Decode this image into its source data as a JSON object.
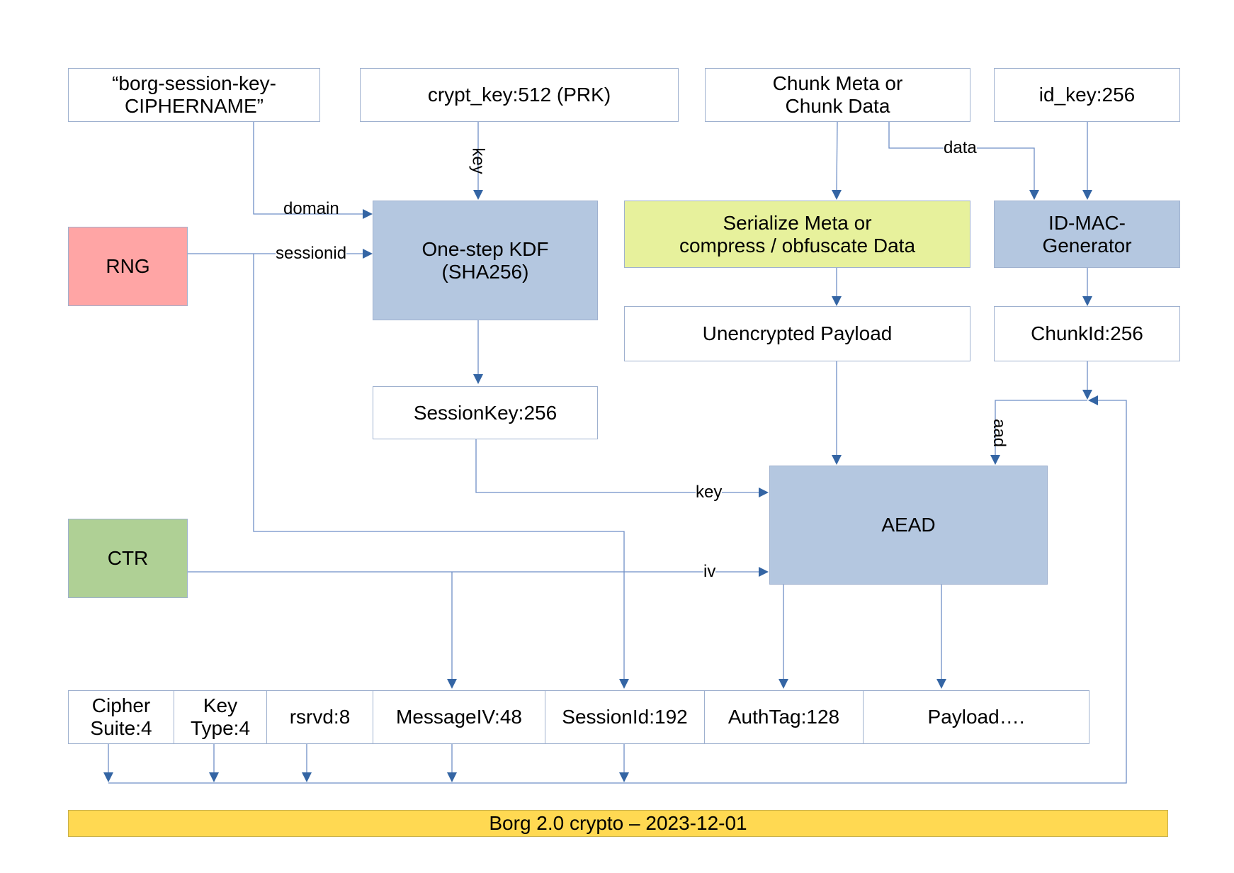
{
  "diagram": {
    "boxes": {
      "domain_string": "“borg-session-key-\nCIPHERNAME”",
      "crypt_key": "crypt_key:512 (PRK)",
      "chunk_input": "Chunk Meta or\nChunk Data",
      "id_key": "id_key:256",
      "rng": "RNG",
      "kdf": "One-step KDF\n(SHA256)",
      "serialize": "Serialize Meta or\ncompress / obfuscate Data",
      "id_mac": "ID-MAC-\nGenerator",
      "unencrypted_payload": "Unencrypted Payload",
      "chunk_id": "ChunkId:256",
      "session_key": "SessionKey:256",
      "ctr": "CTR",
      "aead": "AEAD"
    },
    "header_fields": [
      "Cipher\nSuite:4",
      "Key\nType:4",
      "rsrvd:8",
      "MessageIV:48",
      "SessionId:192",
      "AuthTag:128",
      "Payload…."
    ],
    "edge_labels": {
      "key_to_kdf": "key",
      "domain": "domain",
      "sessionid": "sessionid",
      "data": "data",
      "aad": "aad",
      "key_to_aead": "key",
      "iv": "iv"
    },
    "footer": "Borg 2.0 crypto – 2023-12-01",
    "colors": {
      "line": "#6f8fc6",
      "arrow": "#3465a4",
      "box_border": "#9fb1cf",
      "process_blue": "#b4c7e0",
      "serialize_lime": "#e7f19c",
      "rng_red": "#ffa5a5",
      "ctr_green": "#afd095",
      "footer_yellow": "#ffd952"
    }
  }
}
